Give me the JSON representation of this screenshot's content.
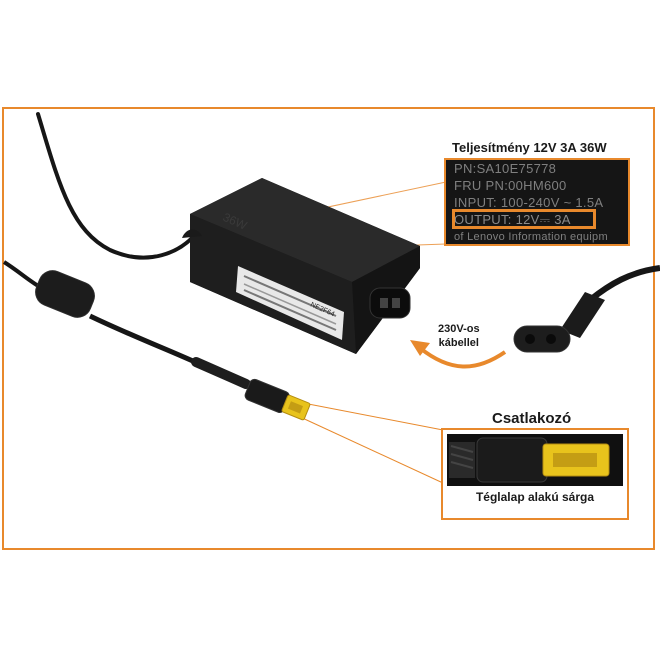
{
  "callouts": {
    "power": {
      "title": "Teljesítmény 12V 3A 36W",
      "label_lines": [
        "PN:SA10E75778",
        "FRU PN:00HM600",
        "INPUT: 100-240V ~ 1.5A",
        "OUTPUT: 12V⎓ 3A",
        "of Lenovo Information equipm"
      ]
    },
    "cable": {
      "line1": "230V-os",
      "line2": "kábellel"
    },
    "connector": {
      "title": "Csatlakozó",
      "caption": "Téglalap alakú sárga"
    }
  },
  "adapter": {
    "top_marking": "36W",
    "sticker_code": "NE2F64"
  },
  "colors": {
    "accent": "#e8892c",
    "body": "#1b1b1b",
    "plug_yellow": "#e8c31c"
  }
}
